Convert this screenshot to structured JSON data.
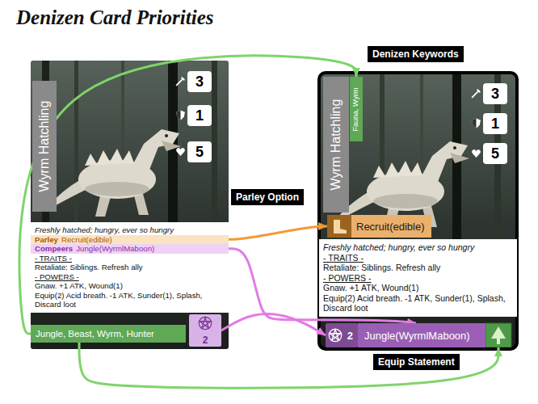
{
  "diagram": {
    "title": "Denizen Card Priorities",
    "nodes": [
      {
        "text": [
          "Denizen Keywords"
        ]
      },
      {
        "text": [
          "3",
          "1",
          "5"
        ]
      },
      {
        "text": [
          "Wyrm Hatchling"
        ],
        "in": 1
      },
      {
        "text": [
          "Freshly hatched; hungry, ever so hungry",
          "- TRAITS -",
          "Retaliate: Siblings. Refresh ally",
          "- POWERS -",
          "Gnaw. +1 ATK, Wound(1)",
          "Equip(2) Acid breath. -1 ATK, Sunder(1), Splash, Discard loot"
        ],
        "in": 1
      },
      {
        "text": [
          "Parley",
          "Recruit(edible)"
        ],
        "in": 3
      },
      {
        "text": [
          "Compeers",
          "Jungle(WyrmlMaboon)"
        ],
        "in": 3
      },
      {
        "text": [
          "Jungle, Beast, Wyrm, Hunter"
        ],
        "in": 1
      },
      {
        "text": [
          "2"
        ],
        "in": 1
      },
      {
        "text": [
          "Parley Option"
        ]
      },
      {
        "text": [
          "3",
          "1",
          "5"
        ]
      },
      {
        "text": [
          "Wyrm Hatchling"
        ],
        "in": 9
      },
      {
        "text": [
          "Fauna, Wyrm"
        ],
        "in": 9
      },
      {
        "text": [
          "Recruit(edible)"
        ],
        "in": 9
      },
      {
        "text": [
          "Freshly hatched; hungry, ever so hungry",
          "- TRAITS -",
          "Retaliate: Siblings. Refresh ally",
          "- POWERS -",
          "Gnaw. +1 ATK, Wound(1)",
          "Equip(2) Acid breath. -1 ATK, Sunder(1), Splash, Discard loot"
        ],
        "in": 9
      },
      {
        "text": [
          "2"
        ],
        "in": 9
      },
      {
        "text": [
          "Jungle(WyrmlMaboon)"
        ],
        "in": 9
      },
      {
        "text": [
          "Equip Statement"
        ]
      }
    ],
    "edges": [
      {
        "from": 4,
        "to": 12,
        "arrow": "to"
      },
      {
        "from": 5,
        "to": 15,
        "arrow": "to"
      },
      {
        "from": 7,
        "to": 14,
        "arrow": "to"
      },
      {
        "from": 6,
        "to": 11,
        "arrow": "to"
      },
      {
        "from": 6,
        "to": 15,
        "arrow": "to"
      }
    ]
  }
}
